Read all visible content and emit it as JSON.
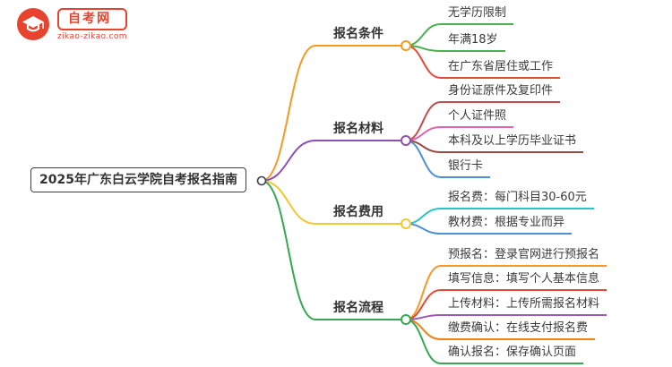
{
  "logo": {
    "name": "自考网",
    "domain": "zikao-zikao.com",
    "icon": "graduation-cap-icon",
    "color": "#e8432e"
  },
  "center": {
    "label": "2025年广东白云学院自考报名指南",
    "color": "#39404f"
  },
  "branches": [
    {
      "label": "报名条件",
      "color": "#f59a23",
      "children": [
        {
          "text": "无学历限制",
          "color": "#4caf50"
        },
        {
          "text": "年满18岁",
          "color": "#4caf50"
        },
        {
          "text": "在广东省居住或工作",
          "color": "#e04b3a"
        }
      ]
    },
    {
      "label": "报名材料",
      "color": "#8f4fb0",
      "children": [
        {
          "text": "身份证原件及复印件",
          "color": "#c0504d"
        },
        {
          "text": "个人证件照",
          "color": "#e064ae"
        },
        {
          "text": "本科及以上学历毕业证书",
          "color": "#9c4a42"
        },
        {
          "text": "银行卡",
          "color": "#4f8fd3"
        }
      ]
    },
    {
      "label": "报名费用",
      "color": "#f2c832",
      "children": [
        {
          "text": "报名费：每门科目30-60元",
          "color": "#29c4c4"
        },
        {
          "text": "教材费：根据专业而异",
          "color": "#4f8fd3"
        }
      ]
    },
    {
      "label": "报名流程",
      "color": "#36a853",
      "children": [
        {
          "text": "预报名：登录官网进行预报名",
          "color": "#f59a23"
        },
        {
          "text": "填写信息：填写个人基本信息",
          "color": "#e04b3a"
        },
        {
          "text": "上传材料：上传所需报名材料",
          "color": "#9b59b6"
        },
        {
          "text": "缴费确认：在线支付报名费",
          "color": "#ef8318"
        },
        {
          "text": "确认报名：保存确认页面",
          "color": "#36a853"
        }
      ]
    }
  ]
}
